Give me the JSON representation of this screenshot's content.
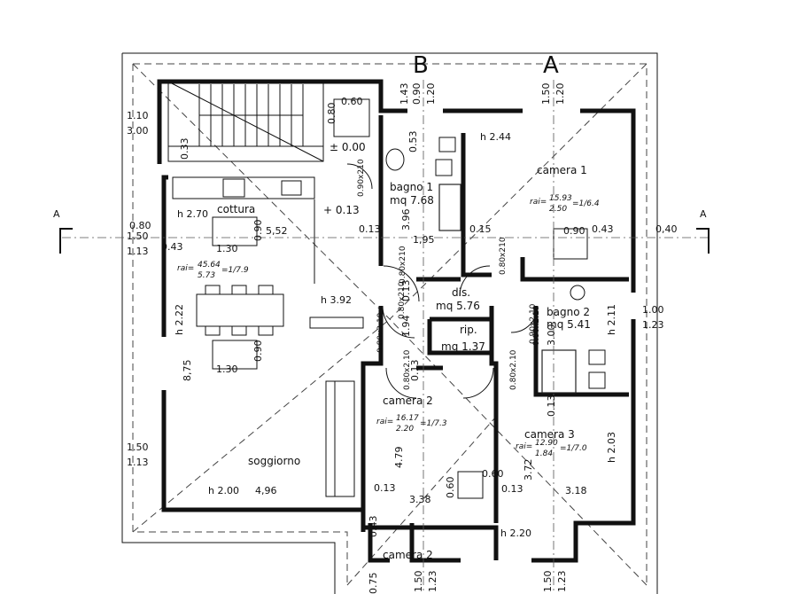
{
  "axes": {
    "a": "A",
    "b": "B"
  },
  "section_mark": "A",
  "rooms": {
    "camera1": {
      "name": "camera 1",
      "h": "h 2.44",
      "rai_num": "15.93",
      "rai_den": "2.50",
      "rai_ratio": "=1/6.4"
    },
    "bagno1": {
      "name": "bagno 1",
      "mq": "mq 7.68"
    },
    "cottura": {
      "name": "cottura",
      "h": "h 2.70"
    },
    "soggiorno": {
      "name": "soggiorno",
      "h": "h 2.00",
      "rai_num": "45.64",
      "rai_den": "5.73",
      "rai_ratio": "=1/7.9",
      "h2": "h 3.92"
    },
    "dis": {
      "name": "dis.",
      "mq": "mq 5.76"
    },
    "rip": {
      "name": "rip.",
      "mq": "mq 1.37"
    },
    "bagno2": {
      "name": "bagno 2",
      "mq": "mq 5.41",
      "h": "h 2.11"
    },
    "camera2": {
      "name": "camera 2",
      "rai_num": "16.17",
      "rai_den": "2.20",
      "rai_ratio": "=1/7.3"
    },
    "camera3": {
      "name": "camera 3",
      "rai_num": "12.90",
      "rai_den": "1.84",
      "rai_ratio": "=1/7.0",
      "h": "h 2.03"
    },
    "camera4": {
      "name": "camera 2",
      "h": "h 2.20"
    }
  },
  "rai_prefix": "rai=",
  "levels": {
    "zero": "± 0.00",
    "plus": "+ 0.13"
  },
  "doors": {
    "d1": "0.90x210",
    "d2": "0.80x210",
    "d3": "0.80x210",
    "d4": "0.80x2.10",
    "d5": "0.80x2.10",
    "d6": "0.80x2.10",
    "d7": "0.80x2.10",
    "d8": "0.80x210",
    "d9": "0.90x2.10"
  },
  "dims": {
    "top_b1": "1.43",
    "top_b2": "0.90",
    "top_b3": "1.20",
    "top_a1": "1.50",
    "top_a2": "1.20",
    "left_110": "1.10",
    "left_300": "3.00",
    "left_080": "0.80",
    "left_150a": "1.50",
    "left_043": "0.43",
    "left_113a": "1.13",
    "left_150b": "1.50",
    "left_113b": "1.13",
    "right_040": "0,40",
    "right_100": "1.00",
    "right_123": "1.23",
    "d033": "0.33",
    "d053": "0.53",
    "d060a": "0.60",
    "d080": "0.80",
    "d552": "5,52",
    "d013a": "0.13",
    "d195": "1,95",
    "d015": "0.15",
    "d043a": "0.43",
    "d396": "3.96",
    "d090a": "0.90",
    "d130a": "1.30",
    "d090b": "0.90",
    "d130b": "1.30",
    "d222": "h 2.22",
    "d875": "8,75",
    "d194": "1.94",
    "d013b": "0.13",
    "d013c": "0.13",
    "d300": "3.00",
    "d479": "4.79",
    "d372": "3.72",
    "d013d": "0.13",
    "d013e": "0.13",
    "d013f": "0.13",
    "d496": "4,96",
    "d338": "3.38",
    "d318": "3.18",
    "d060b": "0.60",
    "d060c": "0.60",
    "d043b": "0.43",
    "d075": "0.75",
    "d150c": "1.50",
    "d123c": "1.23",
    "d150d": "1.50",
    "d123d": "1.23",
    "d090c": "0.90"
  }
}
